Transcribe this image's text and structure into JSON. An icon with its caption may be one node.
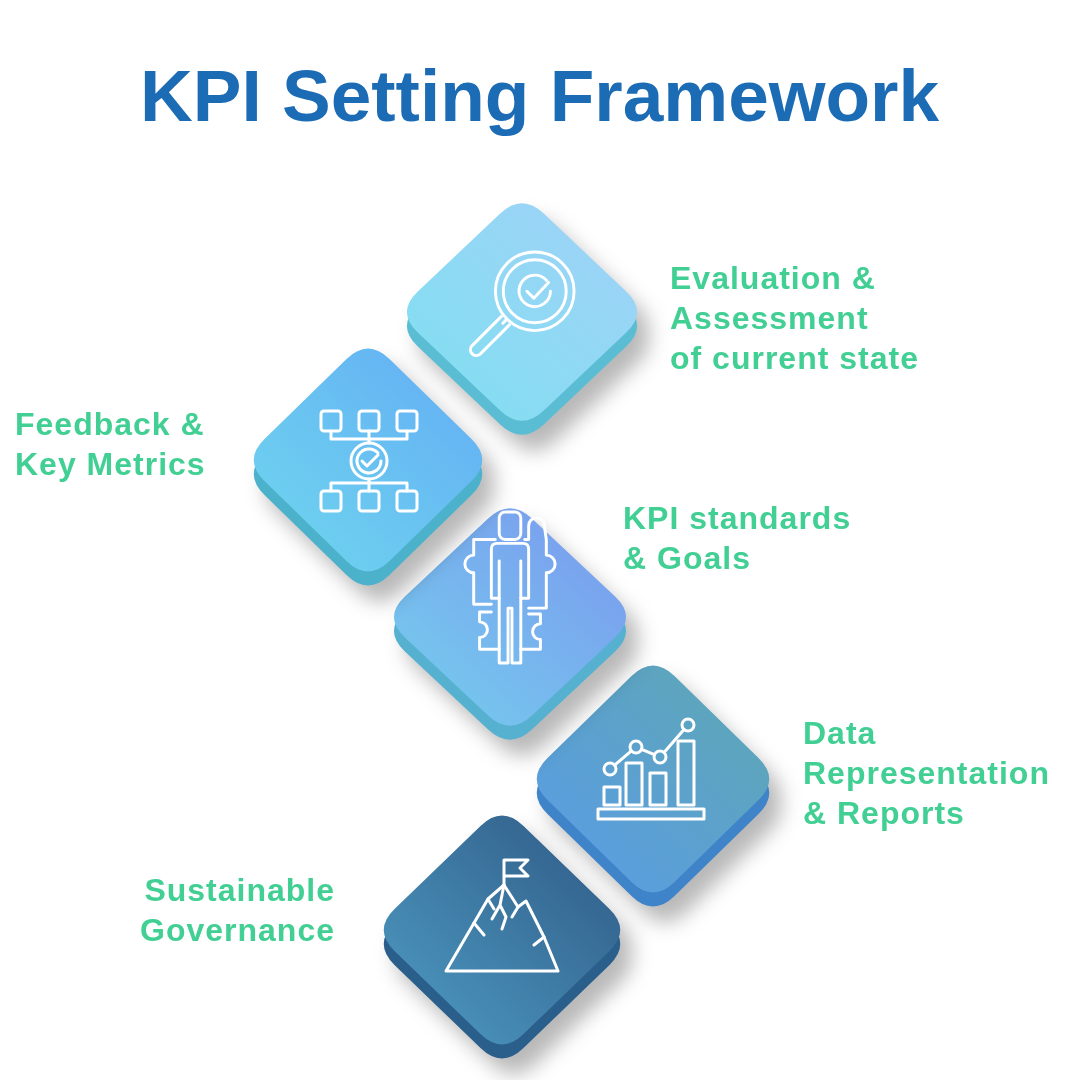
{
  "diagram": {
    "title": "KPI Setting Framework",
    "nodes": [
      {
        "text": [
          "Evaluation & Assessment of current state"
        ]
      },
      {
        "text": [
          "Feedback & Key Metrics"
        ]
      },
      {
        "text": [
          "KPI standards & Goals"
        ]
      },
      {
        "text": [
          "Data Representation & Reports"
        ]
      },
      {
        "text": [
          "Sustainable Governance"
        ]
      }
    ]
  }
}
